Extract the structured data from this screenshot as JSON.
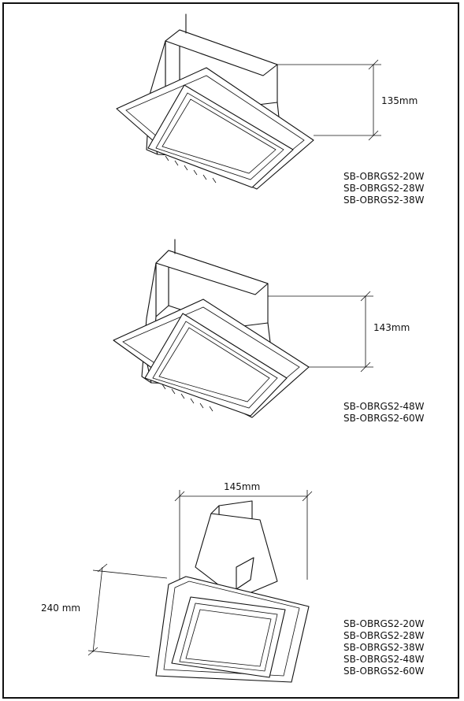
{
  "figures": [
    {
      "dimension": "135mm",
      "models": [
        "SB-OBRGS2-20W",
        "SB-OBRGS2-28W",
        "SB-OBRGS2-38W"
      ]
    },
    {
      "dimension": "143mm",
      "models": [
        "SB-OBRGS2-48W",
        "SB-OBRGS2-60W"
      ]
    },
    {
      "dimension_width": "145mm",
      "dimension_height": "240 mm",
      "models": [
        "SB-OBRGS2-20W",
        "SB-OBRGS2-28W",
        "SB-OBRGS2-38W",
        "SB-OBRGS2-48W",
        "SB-OBRGS2-60W"
      ]
    }
  ],
  "icons": {
    "fixture": "gimbal-downlight-icon"
  }
}
